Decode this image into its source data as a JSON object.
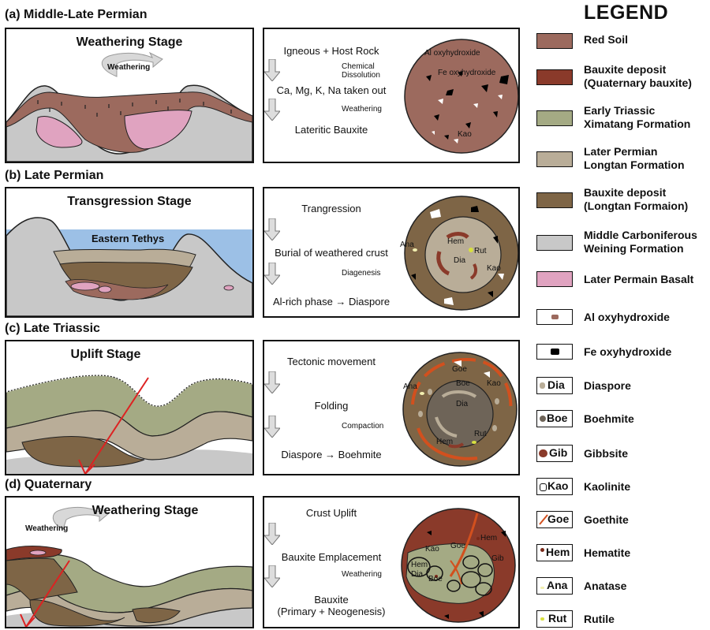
{
  "panels": {
    "a": {
      "title": "(a) Middle-Late Permian",
      "heading": "Weathering Stage",
      "arrow_label": "Weathering",
      "steps": [
        "Igneous + Host Rock",
        "Ca, Mg, K, Na taken out",
        "Lateritic Bauxite"
      ],
      "subs": [
        "Chemical\nDissolution",
        "Weathering"
      ],
      "circle_labels": [
        "Al oxyhydroxide",
        "Fe oxyhydroxide",
        "Kao"
      ]
    },
    "b": {
      "title": "(b) Late Permian",
      "heading": "Transgression Stage",
      "sea_label": "Eastern Tethys",
      "steps": [
        "Trangression",
        "Burial of weathered crust",
        "Al-rich phase → Diaspore"
      ],
      "subs": [
        "Diagenesis"
      ],
      "circle_labels": [
        "Hem",
        "Ana",
        "Rut",
        "Dia",
        "Kao"
      ]
    },
    "c": {
      "title": "(c) Late Triassic",
      "heading": "Uplift Stage",
      "steps": [
        "Tectonic movement",
        "Folding",
        "Diaspore → Boehmite"
      ],
      "subs": [
        "Compaction"
      ],
      "circle_labels": [
        "Goe",
        "Ana",
        "Boe",
        "Kao",
        "Dia",
        "Hem",
        "Rut"
      ]
    },
    "d": {
      "title": "(d) Quaternary",
      "heading": "Weathering Stage",
      "arrow_label": "Weathering",
      "steps": [
        "Crust Uplift",
        "Bauxite Emplacement",
        "Bauxite\n(Primary + Neogenesis)"
      ],
      "subs": [
        "Weathering"
      ],
      "circle_labels": [
        "Hem",
        "Kao",
        "Goe",
        "Hem",
        "Dia",
        "Boe",
        "Gib"
      ]
    }
  },
  "legend": {
    "title": "LEGEND",
    "items": [
      {
        "label": "Red Soil",
        "color": "#9c6a5e"
      },
      {
        "label": "Bauxite deposit\n(Quaternary bauxite)",
        "color": "#8a3a2a"
      },
      {
        "label": "Early Triassic\nXimatang Formation",
        "color": "#a4aa84"
      },
      {
        "label": "Later Permian\nLongtan Formation",
        "color": "#b9ad98"
      },
      {
        "label": "Bauxite deposit\n(Longtan Formaion)",
        "color": "#7e6546"
      },
      {
        "label": "Middle Carboniferous\nWeining Formation",
        "color": "#c8c8c8"
      },
      {
        "label": "Later Permain Basalt",
        "color": "#e0a3c0"
      },
      {
        "label": "Al oxyhydroxide",
        "color": "#9c6a5e"
      },
      {
        "label": "Fe oxyhydroxide",
        "color": "#000000"
      },
      {
        "abbr": "Dia",
        "label": "Diaspore",
        "color": "#b9ad98"
      },
      {
        "abbr": "Boe",
        "label": "Boehmite",
        "color": "#6e6458"
      },
      {
        "abbr": "Gib",
        "label": "Gibbsite",
        "color": "#8a3a2a"
      },
      {
        "abbr": "Kao",
        "label": "Kaolinite",
        "color": "#ffffff"
      },
      {
        "abbr": "Goe",
        "label": "Goethite",
        "color": "#d2501e"
      },
      {
        "abbr": "Hem",
        "label": "Hematite",
        "color": "#7a2a1a"
      },
      {
        "abbr": "Ana",
        "label": "Anatase",
        "color": "#f2efb0"
      },
      {
        "abbr": "Rut",
        "label": "Rutile",
        "color": "#d8e040"
      }
    ]
  }
}
